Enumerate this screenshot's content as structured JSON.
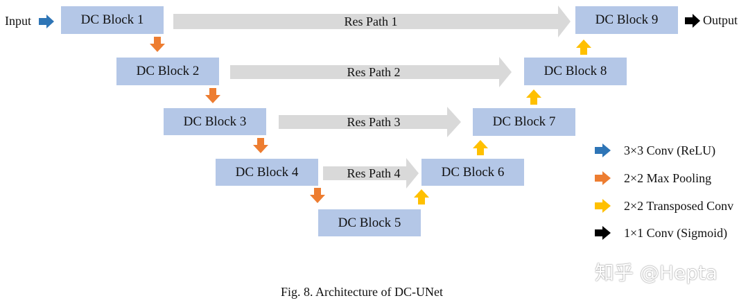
{
  "io": {
    "input_label": "Input",
    "output_label": "Output"
  },
  "blocks": [
    {
      "label": "DC Block 1"
    },
    {
      "label": "DC Block 2"
    },
    {
      "label": "DC Block 3"
    },
    {
      "label": "DC Block 4"
    },
    {
      "label": "DC Block 5"
    },
    {
      "label": "DC Block 6"
    },
    {
      "label": "DC Block 7"
    },
    {
      "label": "DC Block 8"
    },
    {
      "label": "DC Block 9"
    }
  ],
  "res_paths": [
    {
      "label": "Res Path 1"
    },
    {
      "label": "Res Path 2"
    },
    {
      "label": "Res Path 3"
    },
    {
      "label": "Res Path 4"
    }
  ],
  "legend": [
    {
      "label": "3×3 Conv (ReLU)",
      "color": "#2e75b6"
    },
    {
      "label": "2×2 Max Pooling",
      "color": "#ed7d31"
    },
    {
      "label": "2×2 Transposed Conv",
      "color": "#ffc000"
    },
    {
      "label": "1×1 Conv (Sigmoid)",
      "color": "#000000"
    }
  ],
  "colors": {
    "block_fill": "#b4c7e7",
    "res_path_fill": "#d9d9d9",
    "conv_relu": "#2e75b6",
    "max_pooling": "#ed7d31",
    "transposed_conv": "#ffc000",
    "sigmoid_conv": "#000000"
  },
  "watermark": "知乎 @Hepta",
  "caption": "Fig. 8. Architecture of DC-UNet"
}
